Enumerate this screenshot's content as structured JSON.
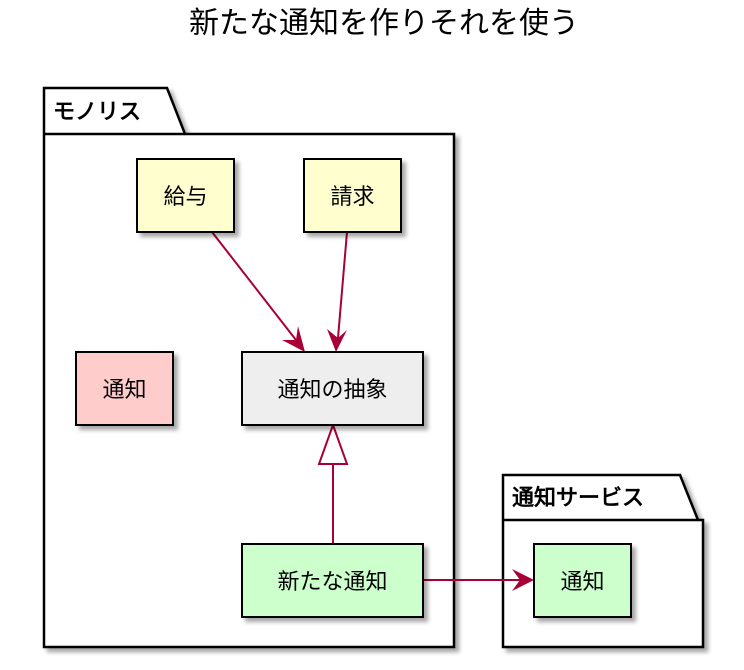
{
  "title": "新たな通知を作りそれを使う",
  "packages": {
    "monolith": {
      "label": "モノリス"
    },
    "service": {
      "label": "通知サービス"
    }
  },
  "nodes": {
    "payroll": {
      "label": "給与",
      "fill": "#FEFECE"
    },
    "billing": {
      "label": "請求",
      "fill": "#FEFECE"
    },
    "abstraction": {
      "label": "通知の抽象",
      "fill": "#EEEEEE"
    },
    "legacy_notification": {
      "label": "通知",
      "fill": "#FFCCCC"
    },
    "new_notification": {
      "label": "新たな通知",
      "fill": "#CCFFCC"
    },
    "service_notification": {
      "label": "通知",
      "fill": "#CCFFCC"
    }
  },
  "colors": {
    "arrow": "#A80036",
    "border": "#000000",
    "shadow": "#B8B8B8"
  },
  "edges": [
    {
      "from": "payroll",
      "to": "abstraction",
      "style": "arrow"
    },
    {
      "from": "billing",
      "to": "abstraction",
      "style": "arrow"
    },
    {
      "from": "new_notification",
      "to": "abstraction",
      "style": "inheritance"
    },
    {
      "from": "new_notification",
      "to": "service_notification",
      "style": "arrow"
    }
  ]
}
